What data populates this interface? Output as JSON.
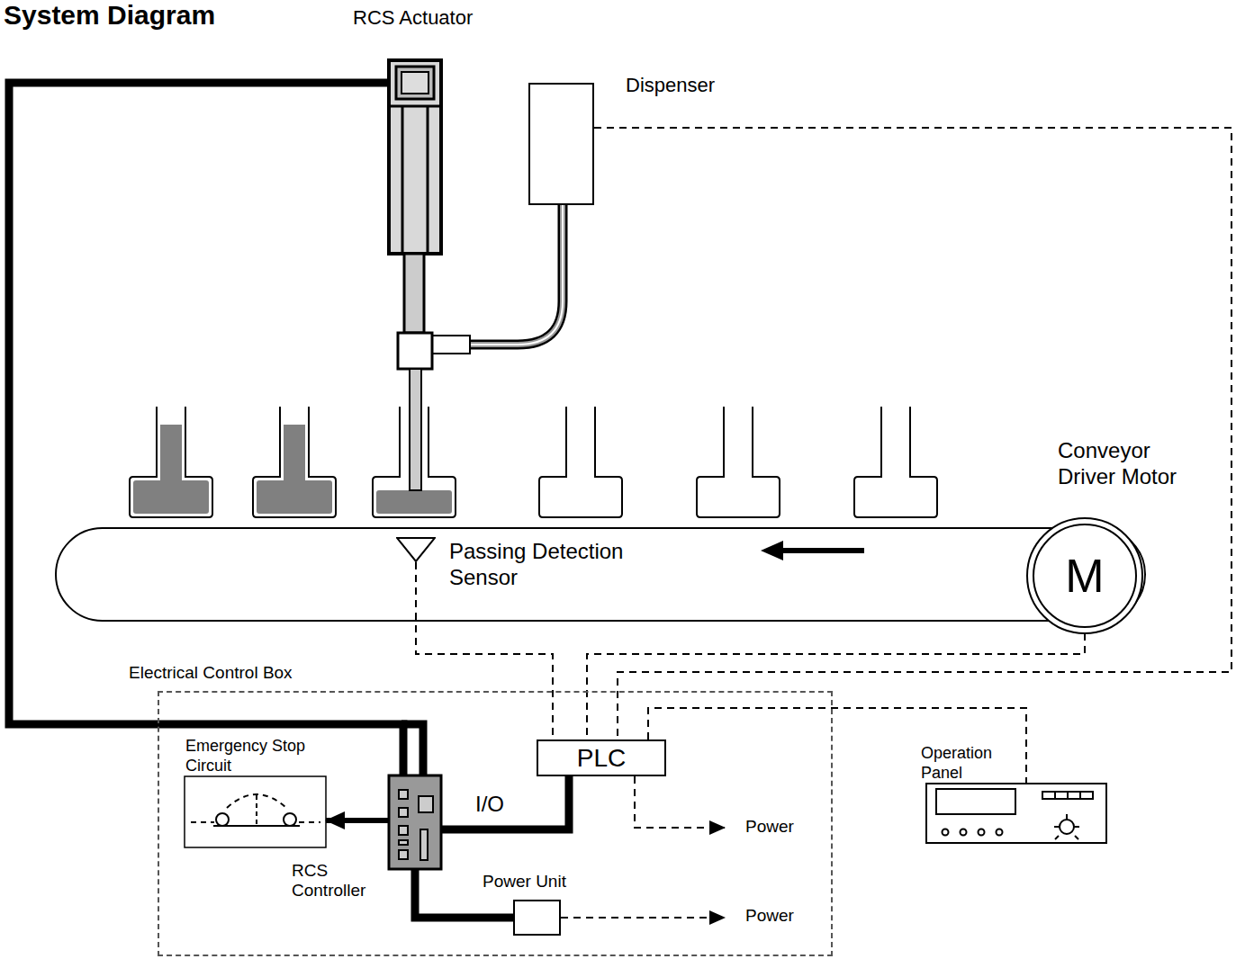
{
  "diagram": {
    "title": "System Diagram",
    "nodes": [
      {
        "text": [
          "RCS Actuator"
        ]
      },
      {
        "text": [
          "Dispenser"
        ]
      },
      {
        "text": [
          "Conveyor Driver Motor",
          "M"
        ]
      },
      {
        "text": [
          "Passing Detection Sensor"
        ]
      },
      {
        "text": [
          "Electrical Control Box"
        ]
      },
      {
        "text": [
          "Emergency Stop Circuit"
        ],
        "in": 4
      },
      {
        "text": [
          "RCS Controller"
        ],
        "in": 4
      },
      {
        "text": [
          "PLC"
        ],
        "in": 4
      },
      {
        "text": [
          "Power Unit"
        ],
        "in": 4
      },
      {
        "text": [
          "Operation Panel"
        ]
      }
    ],
    "edges": [
      {
        "from": 0,
        "to": 6,
        "arrow": "none"
      },
      {
        "from": 6,
        "to": 5,
        "arrow": "to"
      },
      {
        "from": 6,
        "to": 7,
        "label": "I/O",
        "arrow": "none"
      },
      {
        "from": 6,
        "to": 8,
        "arrow": "none"
      },
      {
        "from": 3,
        "to": 7,
        "arrow": "none"
      },
      {
        "from": 2,
        "to": 7,
        "arrow": "none"
      },
      {
        "from": 1,
        "to": 7,
        "arrow": "none"
      },
      {
        "from": 7,
        "to": 9,
        "arrow": "none"
      }
    ],
    "labels": [
      "Power",
      "Power"
    ]
  }
}
